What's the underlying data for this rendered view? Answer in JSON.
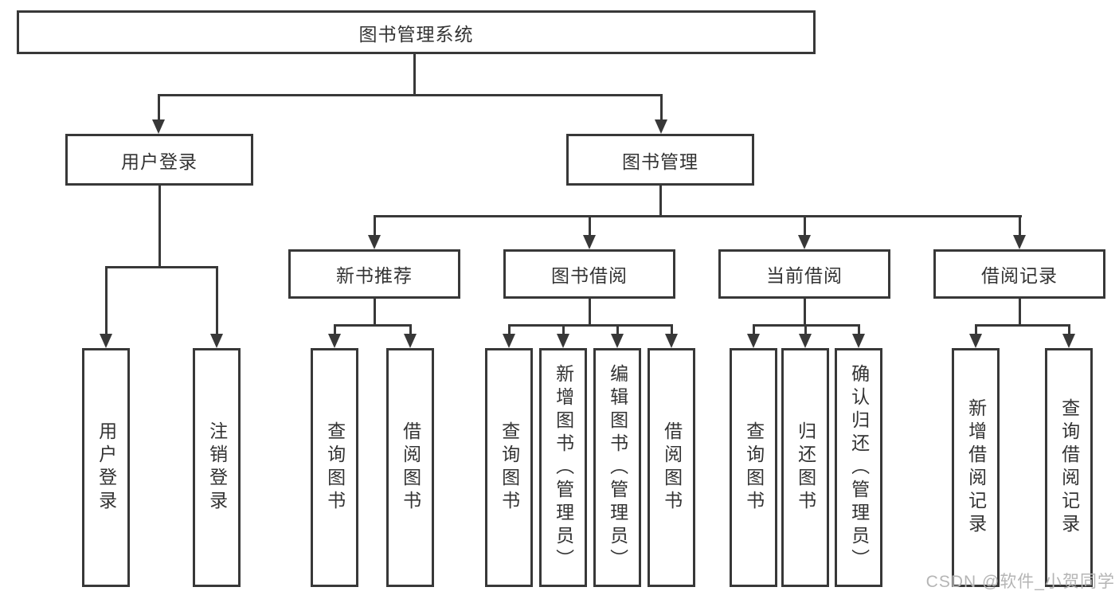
{
  "diagram": {
    "root": {
      "label": "图书管理系统"
    },
    "level2": [
      {
        "label": "用户登录"
      },
      {
        "label": "图书管理"
      }
    ],
    "level3": [
      {
        "label": "新书推荐"
      },
      {
        "label": "图书借阅"
      },
      {
        "label": "当前借阅"
      },
      {
        "label": "借阅记录"
      }
    ],
    "leaves_login": [
      {
        "label": "用户登录"
      },
      {
        "label": "注销登录"
      }
    ],
    "leaves_new_books": [
      {
        "label": "查询图书"
      },
      {
        "label": "借阅图书"
      }
    ],
    "leaves_book_borrow": [
      {
        "label": "查询图书"
      },
      {
        "label": "新增图书（管理员）"
      },
      {
        "label": "编辑图书（管理员）"
      },
      {
        "label": "借阅图书"
      }
    ],
    "leaves_current_borrow": [
      {
        "label": "查询图书"
      },
      {
        "label": "归还图书"
      },
      {
        "label": "确认归还（管理员）"
      }
    ],
    "leaves_borrow_records": [
      {
        "label": "新增借阅记录"
      },
      {
        "label": "查询借阅记录"
      }
    ],
    "watermark": "CSDN @软件_小贺同学",
    "colors": {
      "line": "#383838",
      "text": "#333333",
      "box_background": "#ffffff",
      "background": "#ffffff",
      "watermark": "#b5b5b5"
    }
  }
}
